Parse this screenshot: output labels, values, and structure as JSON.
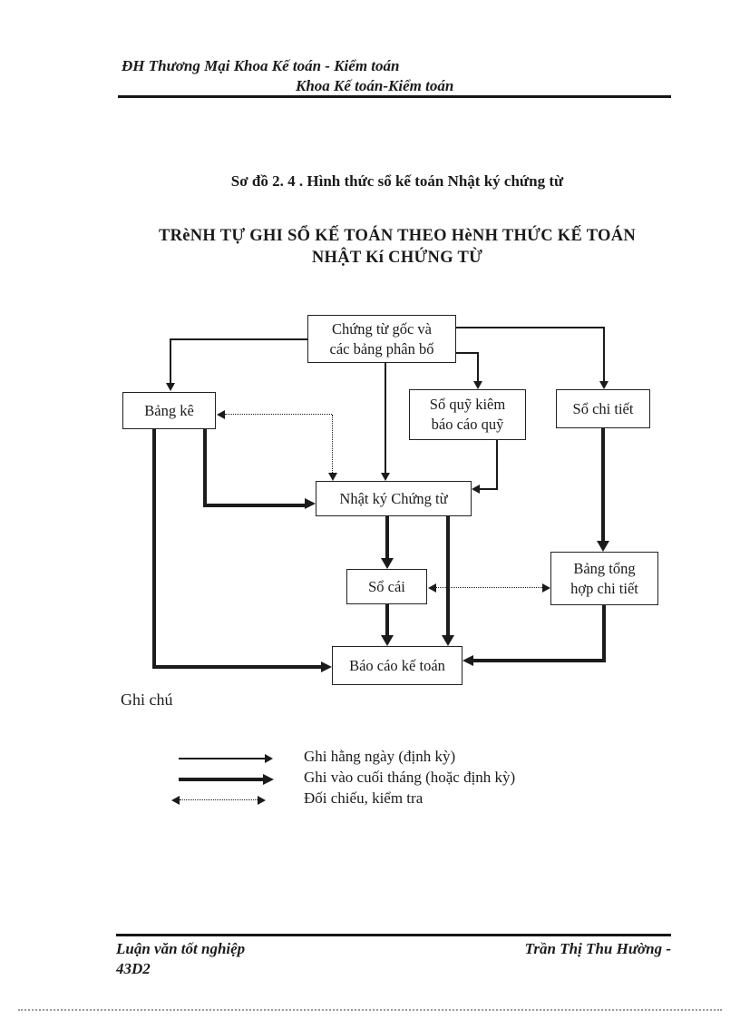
{
  "colors": {
    "ink": "#1b1b1b",
    "paper": "#ffffff"
  },
  "header": {
    "line1": "ĐH Thương Mại Khoa Kế toán - Kiểm toán",
    "line2": "Khoa Kế toán-Kiểm toán"
  },
  "title": "Sơ đồ 2. 4 . Hình thức sổ kế toán Nhật ký chứng từ",
  "subtitle": {
    "line1": "TRèNH TỰ GHI SỔ KẾ TOÁN THEO HèNH THỨC KẾ TOÁN",
    "line2": "NHẬT Kí CHỨNG TỪ"
  },
  "diagram": {
    "boxes": {
      "chung_tu_goc": "Chứng từ gốc và\ncác bảng phân bố",
      "bang_ke": "Bảng kê",
      "so_quy": "Sổ quỹ kiêm\nbáo cáo quỹ",
      "so_chi_tiet": "Sổ chi tiết",
      "nhat_ky": "Nhật ký Chứng từ",
      "so_cai": "Sổ cái",
      "bang_tong_hop": "Bảng tổng\nhợp chi tiết",
      "bao_cao": "Báo cáo kế toán"
    },
    "note_label": "Ghi chú",
    "legend": [
      {
        "style": "thin-solid-arrow",
        "label": "Ghi hằng ngày (định kỳ)"
      },
      {
        "style": "thick-solid-arrow",
        "label": "Ghi vào cuối tháng (hoặc định kỳ)"
      },
      {
        "style": "dotted-double-arrow",
        "label": "Đối chiếu, kiểm tra"
      }
    ]
  },
  "footer": {
    "left_line1": "Luận văn tốt nghiệp",
    "left_line2": "43D2",
    "right": "Trần Thị Thu Hường -"
  }
}
